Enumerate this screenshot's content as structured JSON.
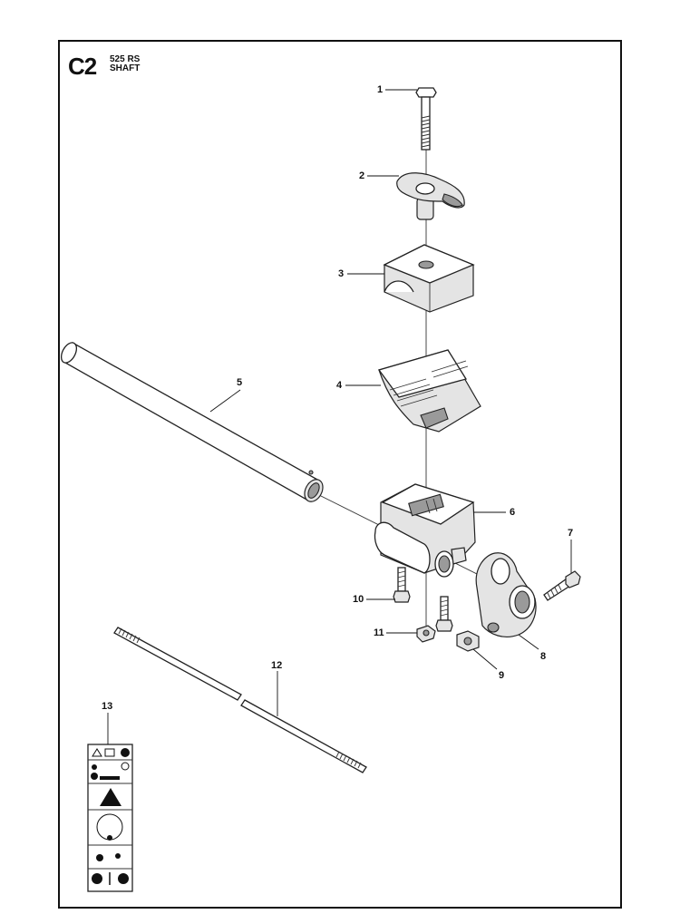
{
  "header": {
    "code": "C2",
    "model": "525 RS",
    "section": "SHAFT"
  },
  "callouts": [
    "1",
    "2",
    "3",
    "4",
    "5",
    "6",
    "7",
    "8",
    "9",
    "10",
    "11",
    "12",
    "13"
  ]
}
